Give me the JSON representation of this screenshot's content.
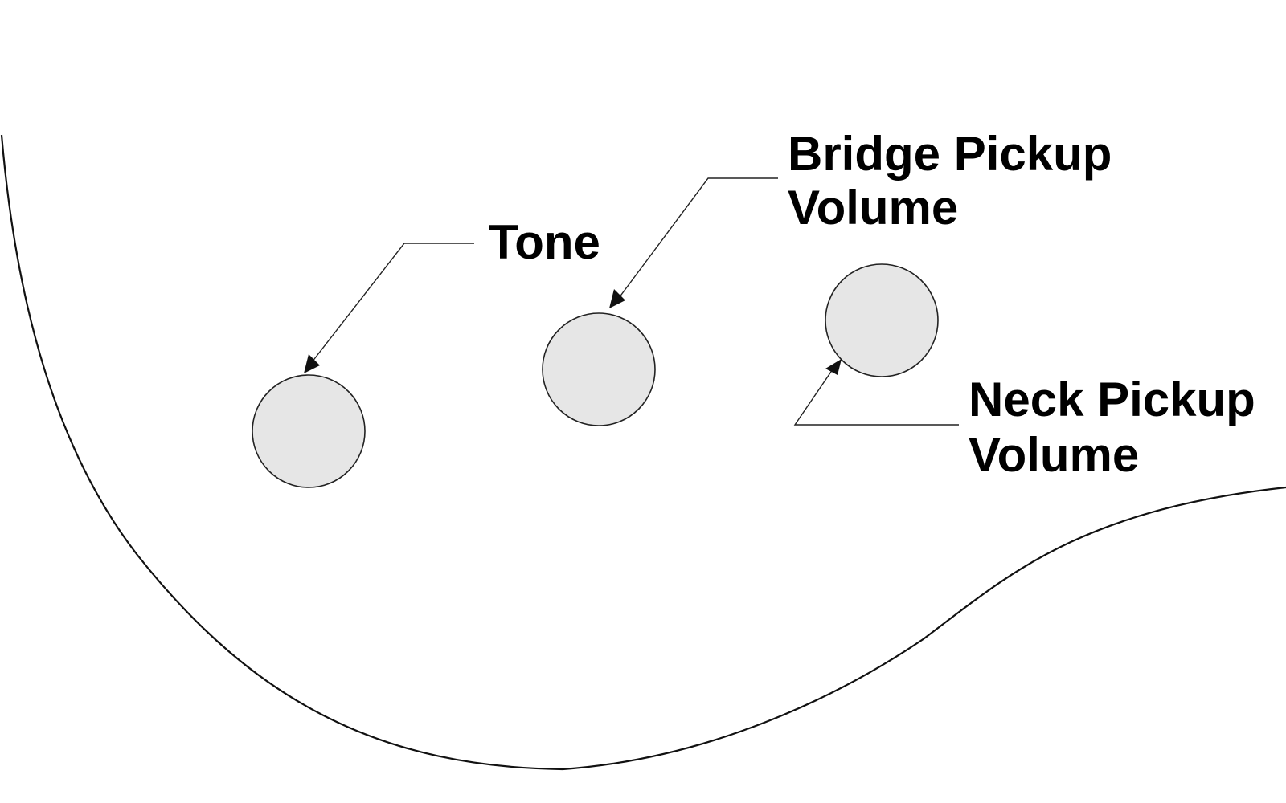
{
  "diagram": {
    "labels": {
      "tone": "Tone",
      "bridge_line1": "Bridge Pickup",
      "bridge_line2": "Volume",
      "neck_line1": "Neck Pickup",
      "neck_line2": "Volume"
    },
    "colors": {
      "knob_fill": "#e6e6e6",
      "outline": "#111111",
      "text": "#000000"
    }
  }
}
